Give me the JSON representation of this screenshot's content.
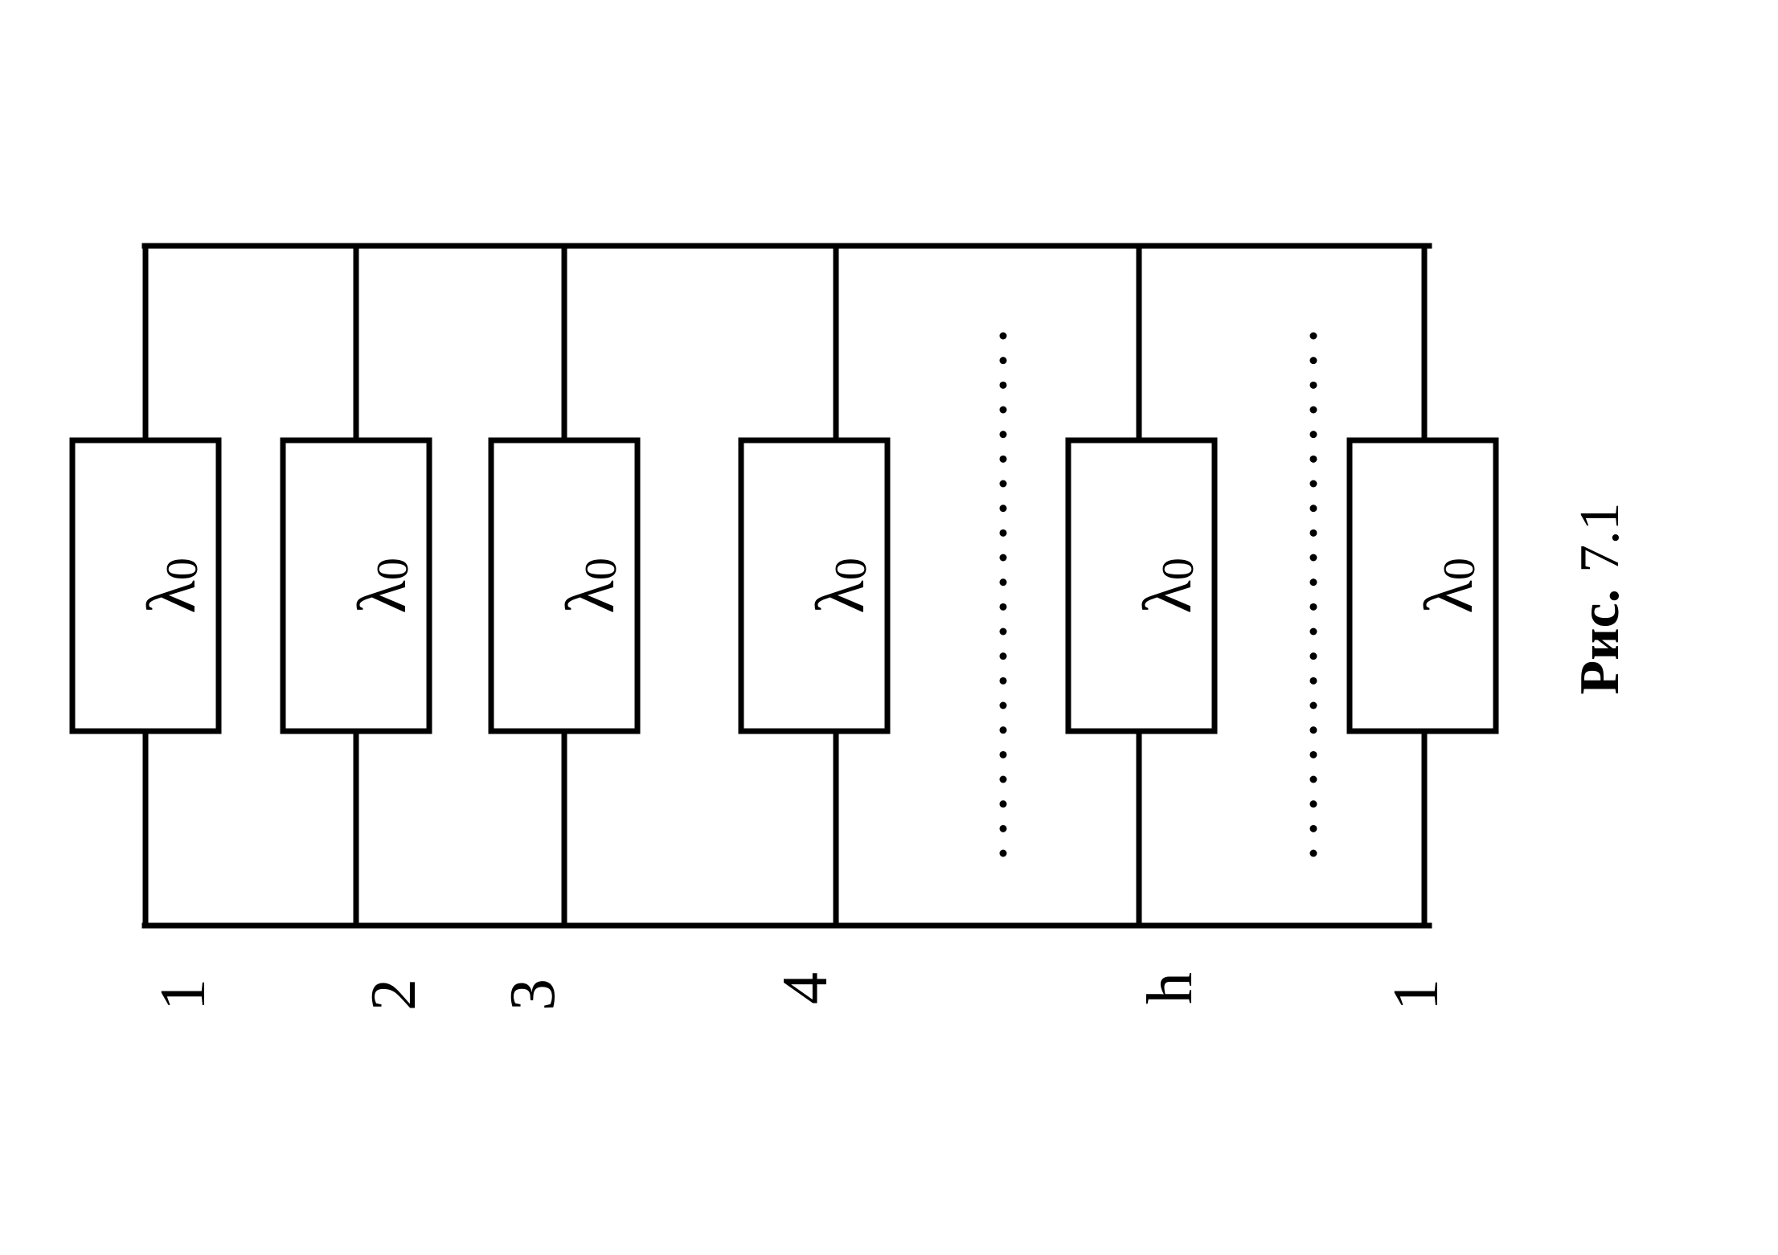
{
  "diagram": {
    "element_label_symbol": "λ",
    "element_label_subscript": "0",
    "elements": [
      {
        "number": "1"
      },
      {
        "number": "2"
      },
      {
        "number": "3"
      },
      {
        "number": "4"
      },
      {
        "number": "h"
      },
      {
        "number": "1"
      }
    ],
    "dotted_separators": 2,
    "caption_prefix": "Рис.",
    "caption_number": "7.1"
  }
}
